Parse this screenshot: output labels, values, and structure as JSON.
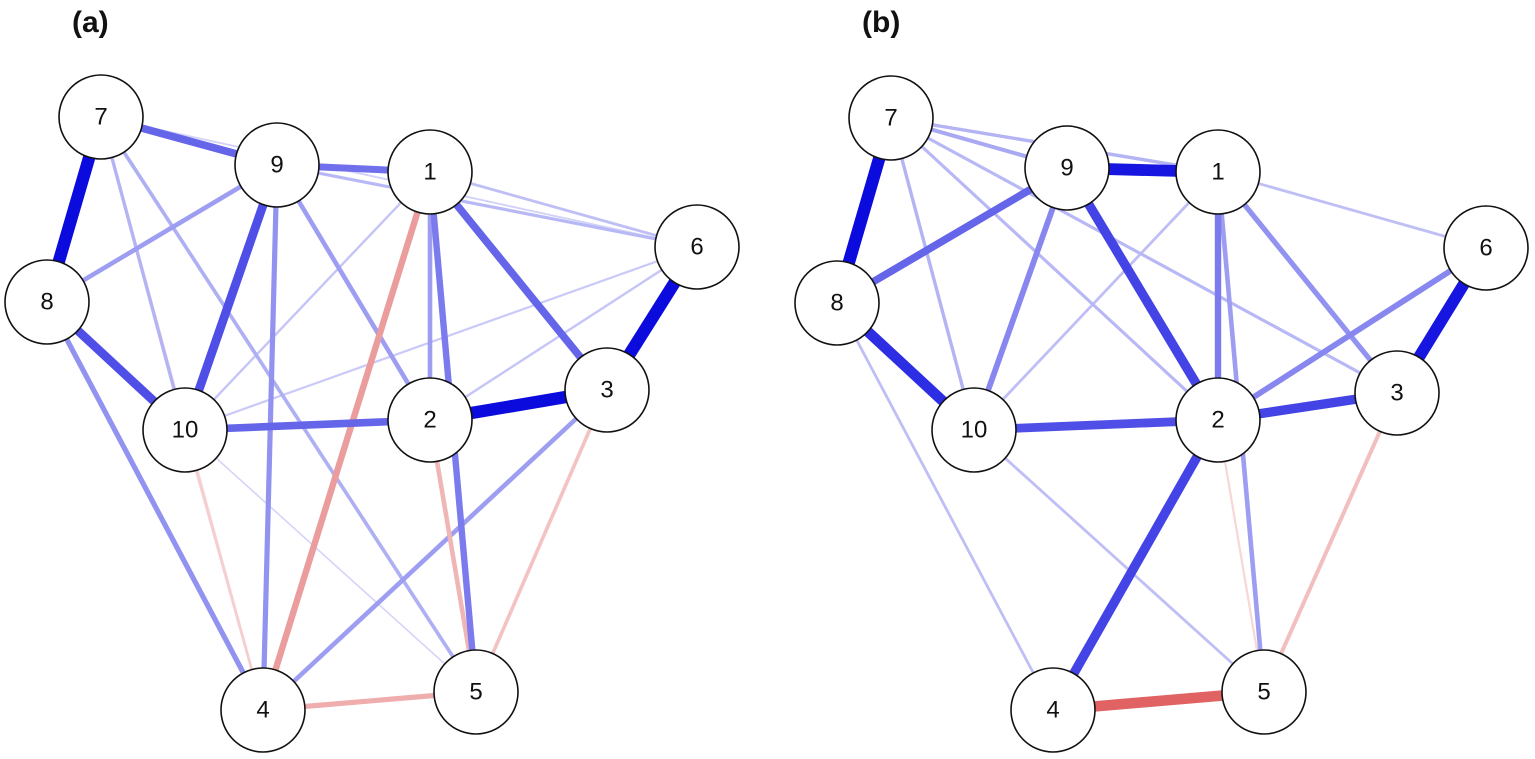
{
  "colors": {
    "positive": "#0000dd",
    "negative": "#d94040",
    "node_fill": "#ffffff",
    "node_stroke": "#111111"
  },
  "networks": [
    {
      "label": "(a)",
      "nodes": [
        "1",
        "2",
        "3",
        "4",
        "5",
        "6",
        "7",
        "8",
        "9",
        "10"
      ],
      "edges": [
        {
          "from": "7",
          "to": "8",
          "sign": "positive",
          "strength": 0.95
        },
        {
          "from": "7",
          "to": "9",
          "sign": "positive",
          "strength": 0.55
        },
        {
          "from": "9",
          "to": "1",
          "sign": "positive",
          "strength": 0.5
        },
        {
          "from": "8",
          "to": "10",
          "sign": "positive",
          "strength": 0.65
        },
        {
          "from": "9",
          "to": "10",
          "sign": "positive",
          "strength": 0.65
        },
        {
          "from": "2",
          "to": "3",
          "sign": "positive",
          "strength": 0.95
        },
        {
          "from": "3",
          "to": "6",
          "sign": "positive",
          "strength": 0.95
        },
        {
          "from": "1",
          "to": "3",
          "sign": "positive",
          "strength": 0.55
        },
        {
          "from": "10",
          "to": "2",
          "sign": "positive",
          "strength": 0.55
        },
        {
          "from": "1",
          "to": "5",
          "sign": "positive",
          "strength": 0.45
        },
        {
          "from": "8",
          "to": "4",
          "sign": "positive",
          "strength": 0.35
        },
        {
          "from": "9",
          "to": "4",
          "sign": "positive",
          "strength": 0.35
        },
        {
          "from": "3",
          "to": "4",
          "sign": "positive",
          "strength": 0.3
        },
        {
          "from": "8",
          "to": "9",
          "sign": "positive",
          "strength": 0.3
        },
        {
          "from": "9",
          "to": "2",
          "sign": "positive",
          "strength": 0.3
        },
        {
          "from": "1",
          "to": "2",
          "sign": "positive",
          "strength": 0.3
        },
        {
          "from": "9",
          "to": "6",
          "sign": "positive",
          "strength": 0.18
        },
        {
          "from": "1",
          "to": "6",
          "sign": "positive",
          "strength": 0.15
        },
        {
          "from": "7",
          "to": "10",
          "sign": "positive",
          "strength": 0.2
        },
        {
          "from": "7",
          "to": "5",
          "sign": "positive",
          "strength": 0.22
        },
        {
          "from": "10",
          "to": "6",
          "sign": "positive",
          "strength": 0.1
        },
        {
          "from": "10",
          "to": "1",
          "sign": "positive",
          "strength": 0.12
        },
        {
          "from": "7",
          "to": "6",
          "sign": "positive",
          "strength": 0.07
        },
        {
          "from": "10",
          "to": "5",
          "sign": "positive",
          "strength": 0.05
        },
        {
          "from": "2",
          "to": "6",
          "sign": "positive",
          "strength": 0.12
        },
        {
          "from": "1",
          "to": "4",
          "sign": "negative",
          "strength": 0.45
        },
        {
          "from": "4",
          "to": "5",
          "sign": "negative",
          "strength": 0.35
        },
        {
          "from": "2",
          "to": "5",
          "sign": "negative",
          "strength": 0.3
        },
        {
          "from": "3",
          "to": "5",
          "sign": "negative",
          "strength": 0.22
        },
        {
          "from": "10",
          "to": "4",
          "sign": "negative",
          "strength": 0.15
        },
        {
          "from": "7",
          "to": "4",
          "sign": "negative",
          "strength": 0.1
        },
        {
          "from": "10",
          "to": "2",
          "sign": "negative",
          "strength": 0.05
        }
      ]
    },
    {
      "label": "(b)",
      "nodes": [
        "1",
        "2",
        "3",
        "4",
        "5",
        "6",
        "7",
        "8",
        "9",
        "10"
      ],
      "edges": [
        {
          "from": "7",
          "to": "8",
          "sign": "positive",
          "strength": 0.95
        },
        {
          "from": "9",
          "to": "1",
          "sign": "positive",
          "strength": 0.9
        },
        {
          "from": "3",
          "to": "6",
          "sign": "positive",
          "strength": 0.9
        },
        {
          "from": "8",
          "to": "10",
          "sign": "positive",
          "strength": 0.8
        },
        {
          "from": "9",
          "to": "2",
          "sign": "positive",
          "strength": 0.7
        },
        {
          "from": "2",
          "to": "3",
          "sign": "positive",
          "strength": 0.7
        },
        {
          "from": "2",
          "to": "4",
          "sign": "positive",
          "strength": 0.7
        },
        {
          "from": "10",
          "to": "2",
          "sign": "positive",
          "strength": 0.65
        },
        {
          "from": "8",
          "to": "9",
          "sign": "positive",
          "strength": 0.55
        },
        {
          "from": "1",
          "to": "2",
          "sign": "positive",
          "strength": 0.45
        },
        {
          "from": "9",
          "to": "10",
          "sign": "positive",
          "strength": 0.4
        },
        {
          "from": "2",
          "to": "6",
          "sign": "positive",
          "strength": 0.4
        },
        {
          "from": "1",
          "to": "3",
          "sign": "positive",
          "strength": 0.35
        },
        {
          "from": "1",
          "to": "5",
          "sign": "positive",
          "strength": 0.3
        },
        {
          "from": "7",
          "to": "9",
          "sign": "positive",
          "strength": 0.25
        },
        {
          "from": "7",
          "to": "1",
          "sign": "positive",
          "strength": 0.2
        },
        {
          "from": "7",
          "to": "10",
          "sign": "positive",
          "strength": 0.2
        },
        {
          "from": "7",
          "to": "2",
          "sign": "positive",
          "strength": 0.18
        },
        {
          "from": "7",
          "to": "3",
          "sign": "positive",
          "strength": 0.18
        },
        {
          "from": "1",
          "to": "6",
          "sign": "positive",
          "strength": 0.15
        },
        {
          "from": "10",
          "to": "1",
          "sign": "positive",
          "strength": 0.15
        },
        {
          "from": "8",
          "to": "4",
          "sign": "positive",
          "strength": 0.15
        },
        {
          "from": "10",
          "to": "5",
          "sign": "positive",
          "strength": 0.15
        },
        {
          "from": "4",
          "to": "5",
          "sign": "negative",
          "strength": 0.8
        },
        {
          "from": "3",
          "to": "5",
          "sign": "negative",
          "strength": 0.25
        },
        {
          "from": "2",
          "to": "5",
          "sign": "negative",
          "strength": 0.1
        }
      ]
    }
  ]
}
